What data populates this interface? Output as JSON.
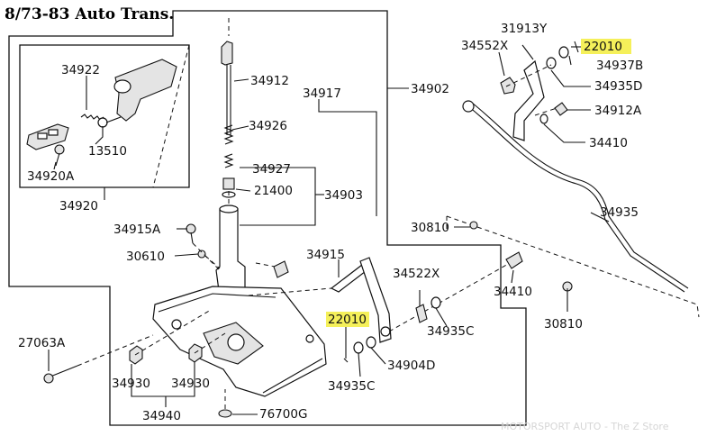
{
  "title": "8/73-83 Auto Trans.",
  "watermark": "MOTORSPORT AUTO - The Z Store",
  "highlight_color": "#f5f05a",
  "labels": {
    "p34922": "34922",
    "p13510": "13510",
    "p34920A": "34920A",
    "p34920": "34920",
    "p34912": "34912",
    "p34917": "34917",
    "p34926": "34926",
    "p34927": "34927",
    "p21400": "21400",
    "p34903": "34903",
    "p34915A": "34915A",
    "p30610": "30610",
    "p34915": "34915",
    "p22010a": "22010",
    "p34522X": "34522X",
    "p34935C_a": "34935C",
    "p34904D": "34904D",
    "p34935C_b": "34935C",
    "p27063A": "27063A",
    "p34930_a": "34930",
    "p34930_b": "34930",
    "p34940": "34940",
    "p76700G": "76700G",
    "p34902": "34902",
    "p31913Y": "31913Y",
    "p34552X": "34552X",
    "p22010b": "22010",
    "p34937B": "34937B",
    "p34935D": "34935D",
    "p34912A": "34912A",
    "p34410a": "34410",
    "p34935": "34935",
    "p30810a": "30810",
    "p34410b": "34410",
    "p30810b": "30810"
  }
}
